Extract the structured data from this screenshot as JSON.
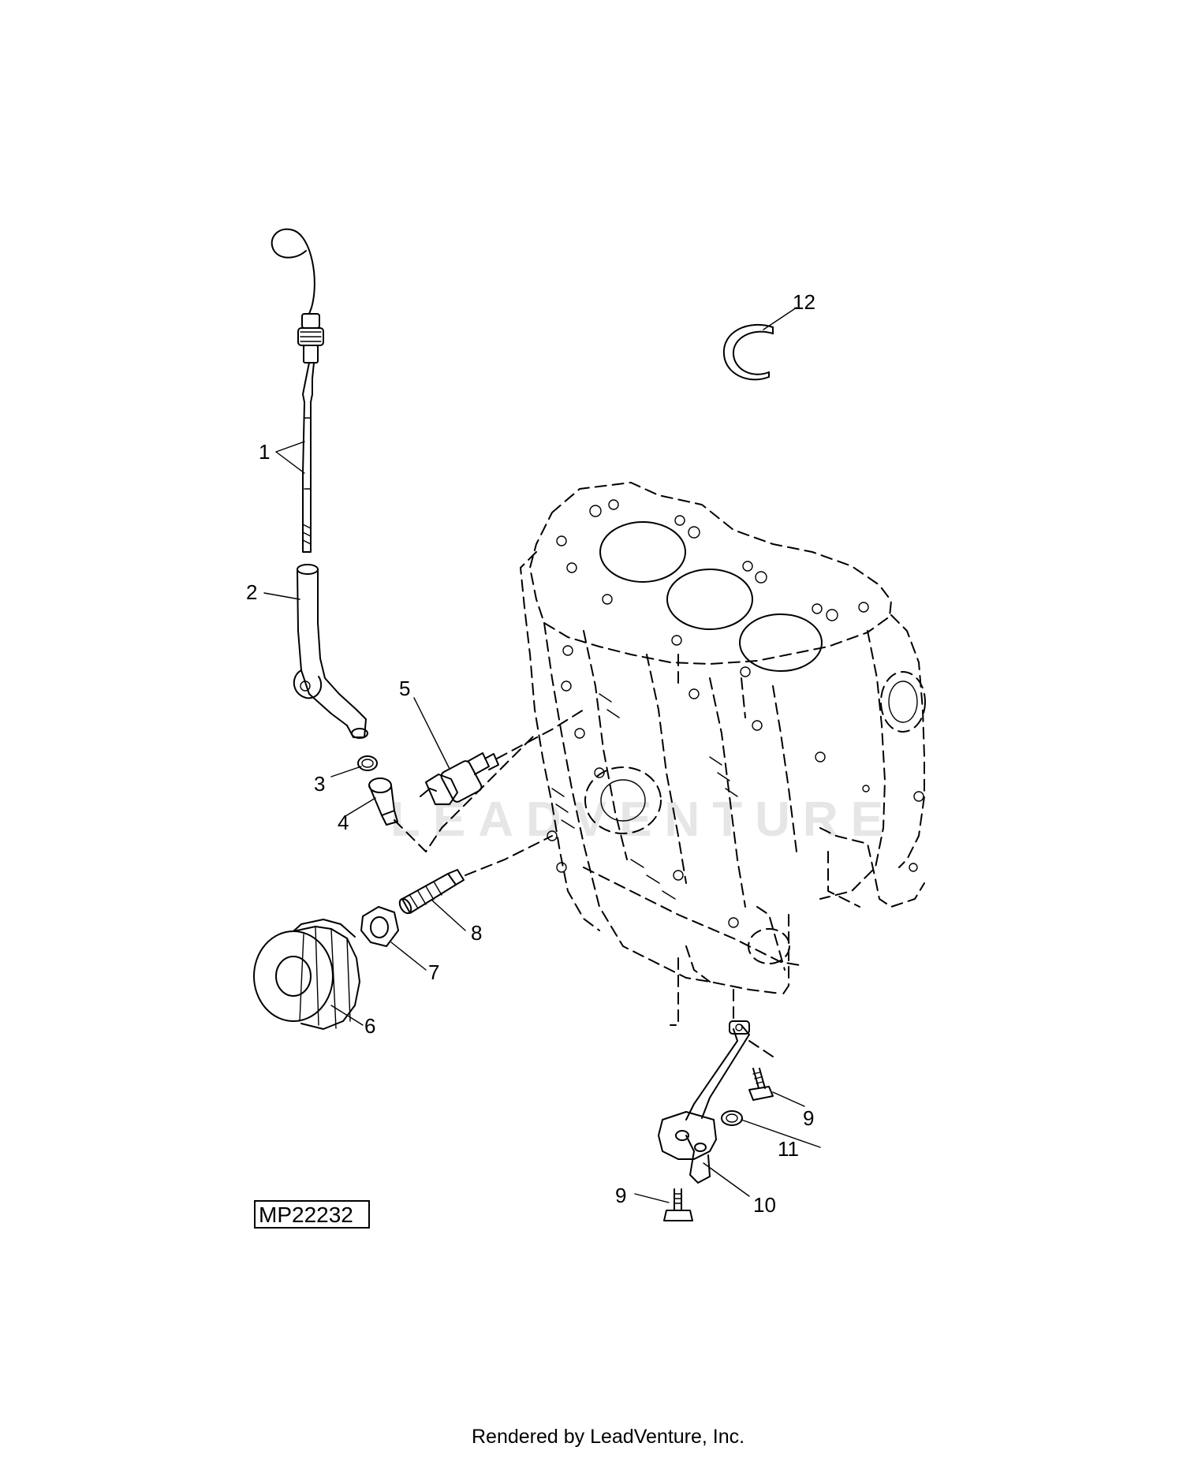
{
  "diagram": {
    "callouts": [
      {
        "id": "1",
        "text": "1"
      },
      {
        "id": "2",
        "text": "2"
      },
      {
        "id": "3",
        "text": "3"
      },
      {
        "id": "4",
        "text": "4"
      },
      {
        "id": "5",
        "text": "5"
      },
      {
        "id": "6",
        "text": "6"
      },
      {
        "id": "7",
        "text": "7"
      },
      {
        "id": "8",
        "text": "8"
      },
      {
        "id": "9a",
        "text": "9"
      },
      {
        "id": "9b",
        "text": "9"
      },
      {
        "id": "10",
        "text": "10"
      },
      {
        "id": "11",
        "text": "11"
      },
      {
        "id": "12",
        "text": "12"
      }
    ],
    "figure_id": "MP22232",
    "watermark": "LEADVENTURE",
    "footer": "Rendered by LeadVenture, Inc."
  }
}
